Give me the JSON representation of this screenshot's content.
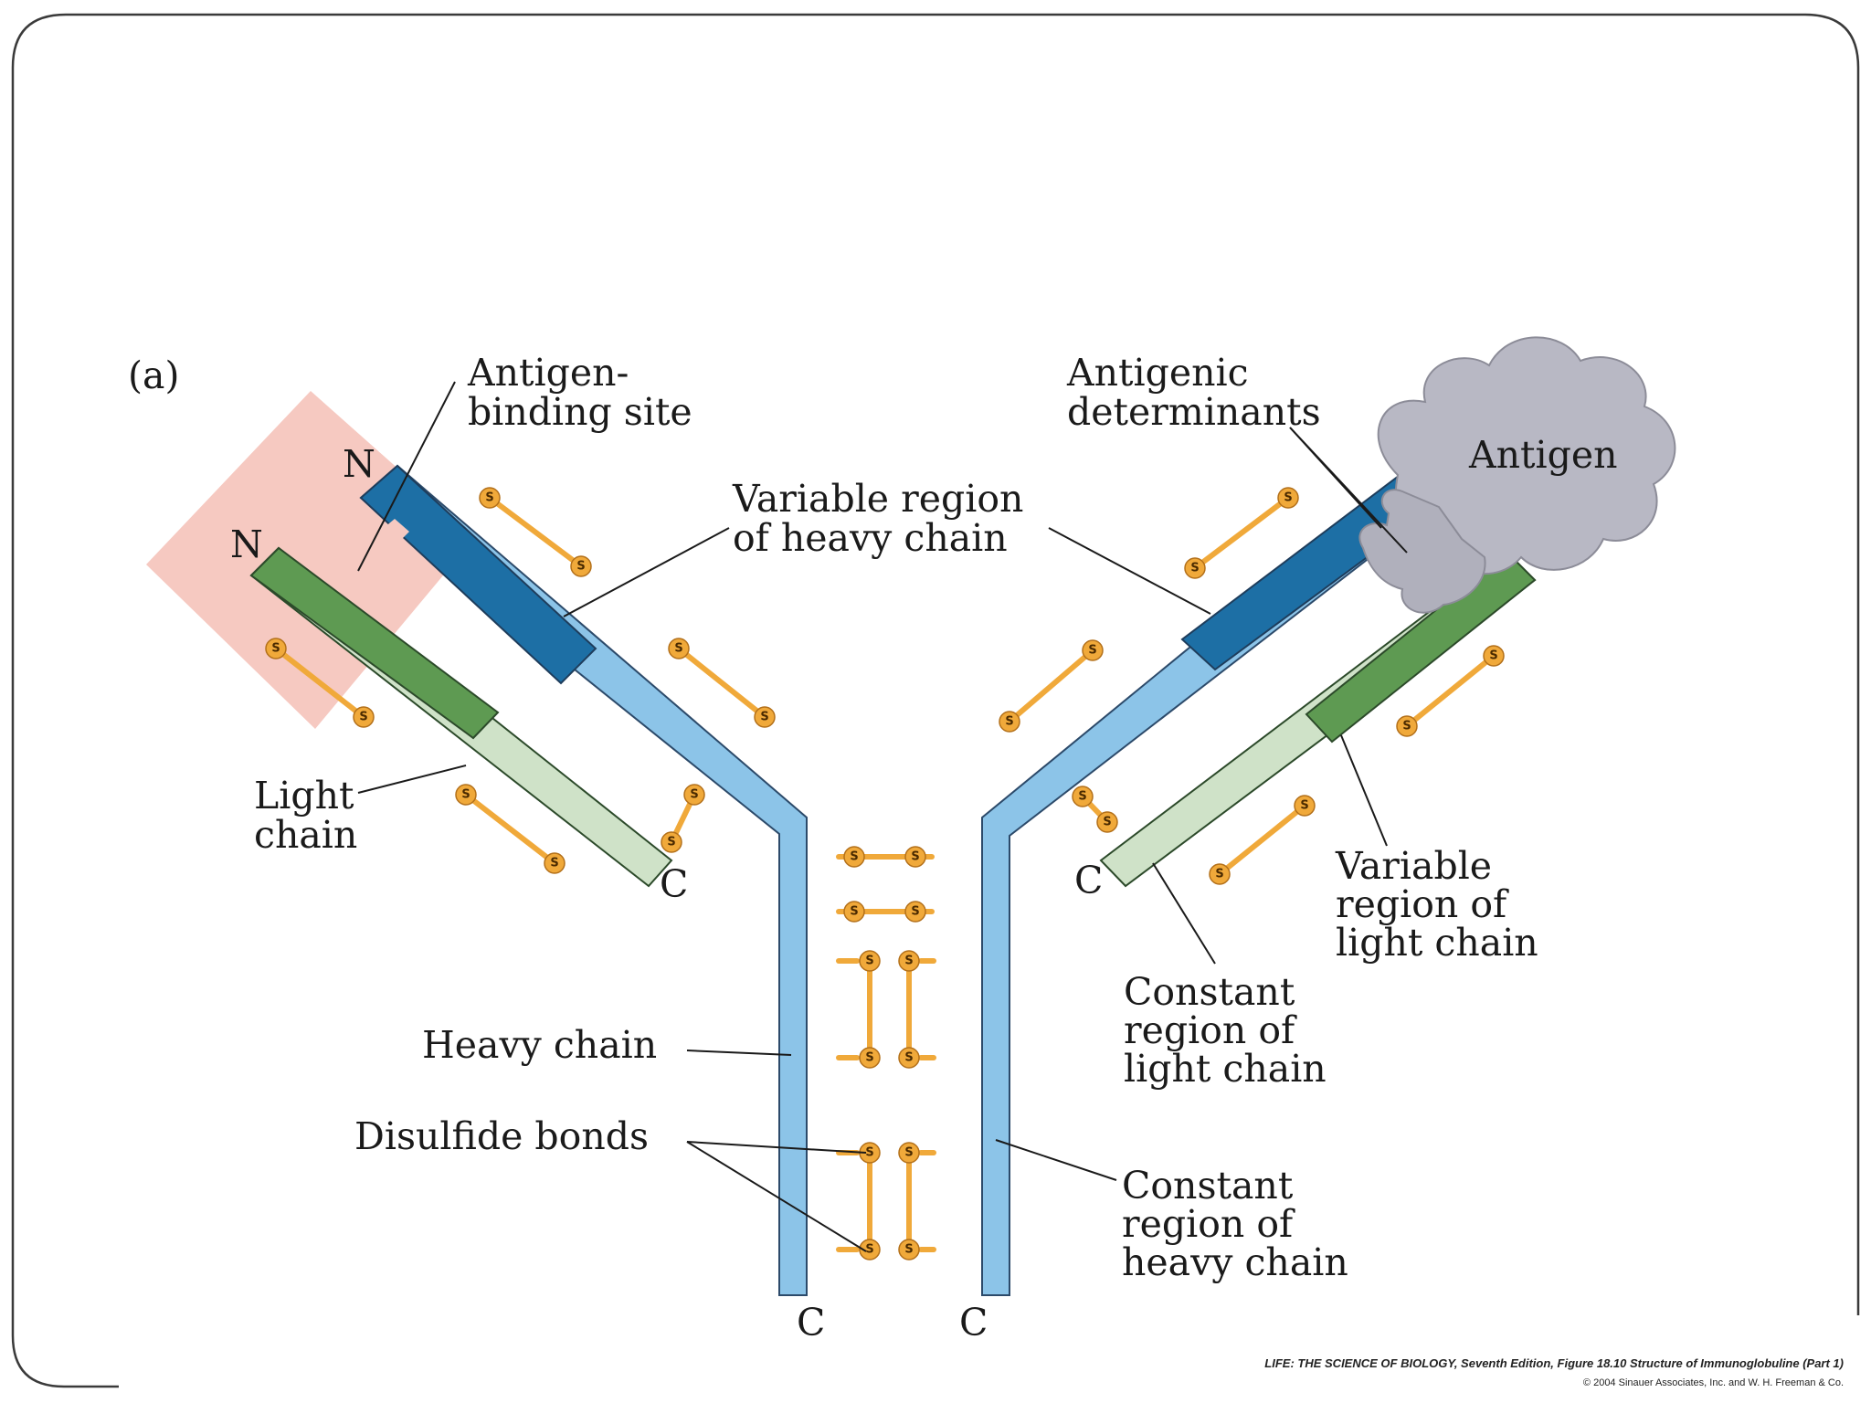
{
  "figure": {
    "panel_letter": "(a)",
    "labels": {
      "antigen_binding_site": [
        "Antigen-",
        "binding site"
      ],
      "antigenic_determinants": [
        "Antigenic",
        "determinants"
      ],
      "antigen": "Antigen",
      "variable_region_heavy": [
        "Variable region",
        "of heavy chain"
      ],
      "light_chain": [
        "Light",
        "chain"
      ],
      "heavy_chain": "Heavy chain",
      "disulfide_bonds": "Disulfide bonds",
      "variable_region_light": [
        "Variable",
        "region of",
        "light chain"
      ],
      "constant_region_light": [
        "Constant",
        "region of",
        "light chain"
      ],
      "constant_region_heavy": [
        "Constant",
        "region of",
        "heavy chain"
      ]
    },
    "terminals": {
      "n_left_heavy": "N",
      "n_left_light": "N",
      "c_left_light": "C",
      "c_right_light": "C",
      "c_left_heavy": "C",
      "c_right_heavy": "C"
    },
    "sulfur_symbol": "S",
    "credit": {
      "line1": "LIFE: THE SCIENCE OF BIOLOGY, Seventh Edition, Figure 18.10 Structure of Immunoglobuline (Part 1)",
      "line2": "© 2004 Sinauer Associates, Inc. and W. H. Freeman & Co."
    }
  },
  "colors": {
    "heavy_constant": "#8cc4e8",
    "heavy_variable": "#1d6fa5",
    "light_variable": "#5e9a52",
    "light_constant": "#cfe2c8",
    "binding_site": "#f6c9c1",
    "antigen": "#b8b8c4",
    "bond": "#f0a93a"
  }
}
